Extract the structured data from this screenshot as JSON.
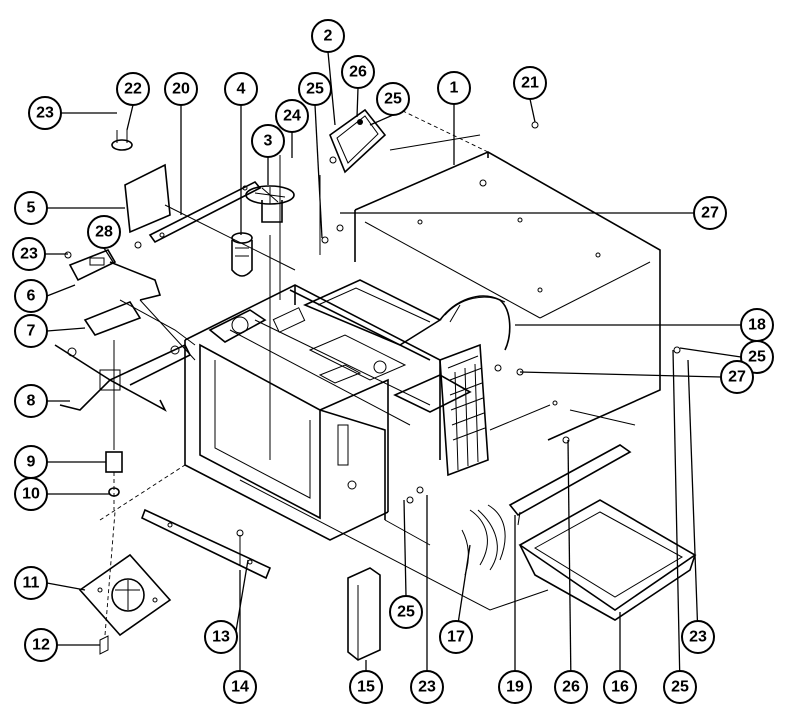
{
  "diagram": {
    "type": "exploded-parts-diagram",
    "callouts": [
      {
        "id": "c1",
        "label": "1"
      },
      {
        "id": "c2",
        "label": "2"
      },
      {
        "id": "c3",
        "label": "3"
      },
      {
        "id": "c4",
        "label": "4"
      },
      {
        "id": "c5",
        "label": "5"
      },
      {
        "id": "c6",
        "label": "6"
      },
      {
        "id": "c7",
        "label": "7"
      },
      {
        "id": "c8",
        "label": "8"
      },
      {
        "id": "c9",
        "label": "9"
      },
      {
        "id": "c10",
        "label": "10"
      },
      {
        "id": "c11",
        "label": "11"
      },
      {
        "id": "c12",
        "label": "12"
      },
      {
        "id": "c13",
        "label": "13"
      },
      {
        "id": "c14",
        "label": "14"
      },
      {
        "id": "c15",
        "label": "15"
      },
      {
        "id": "c16",
        "label": "16"
      },
      {
        "id": "c17",
        "label": "17"
      },
      {
        "id": "c18",
        "label": "18"
      },
      {
        "id": "c19",
        "label": "19"
      },
      {
        "id": "c20",
        "label": "20"
      },
      {
        "id": "c21",
        "label": "21"
      },
      {
        "id": "c22",
        "label": "22"
      },
      {
        "id": "c23a",
        "label": "23"
      },
      {
        "id": "c23b",
        "label": "23"
      },
      {
        "id": "c23c",
        "label": "23"
      },
      {
        "id": "c23d",
        "label": "23"
      },
      {
        "id": "c24",
        "label": "24"
      },
      {
        "id": "c25a",
        "label": "25"
      },
      {
        "id": "c25b",
        "label": "25"
      },
      {
        "id": "c25c",
        "label": "25"
      },
      {
        "id": "c25d",
        "label": "25"
      },
      {
        "id": "c25e",
        "label": "25"
      },
      {
        "id": "c26a",
        "label": "26"
      },
      {
        "id": "c26b",
        "label": "26"
      },
      {
        "id": "c27a",
        "label": "27"
      },
      {
        "id": "c27b",
        "label": "27"
      },
      {
        "id": "c28",
        "label": "28"
      }
    ]
  }
}
